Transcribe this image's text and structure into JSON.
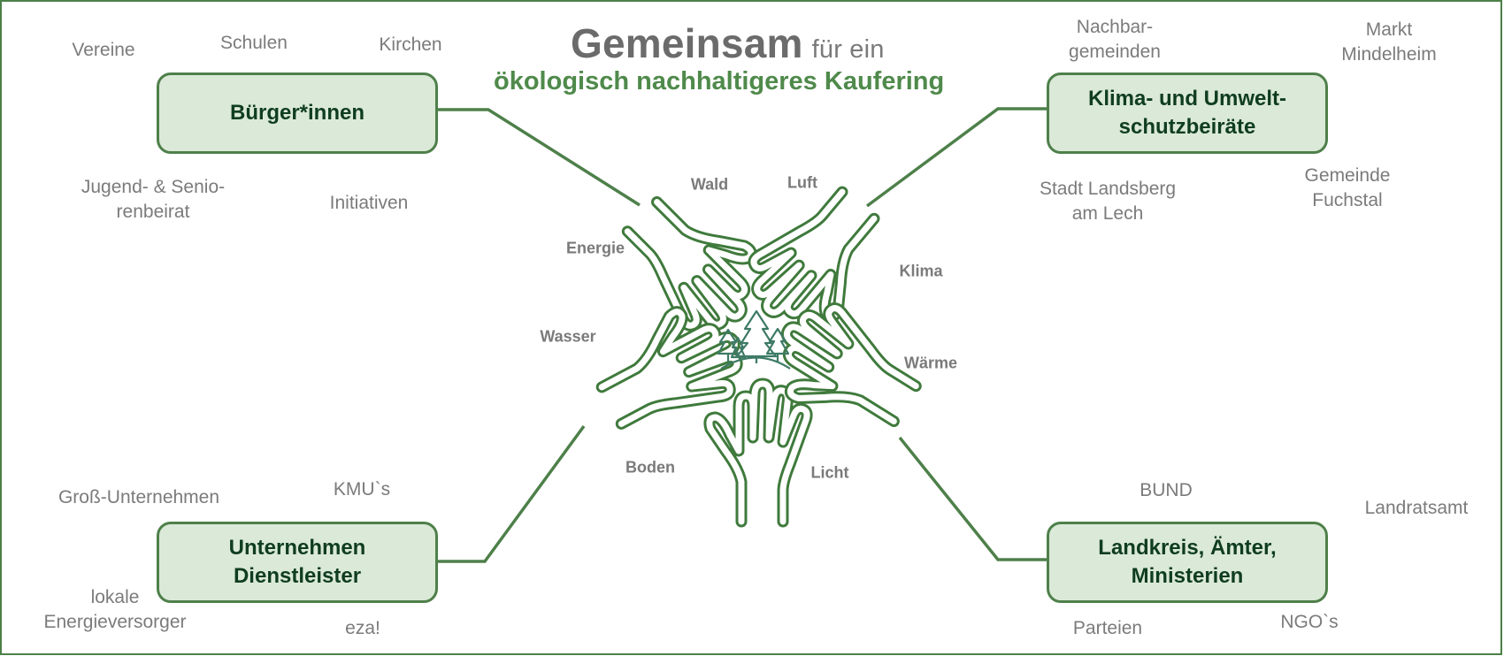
{
  "title": {
    "main": "Gemeinsam",
    "suffix": "für ein",
    "subtitle": "ökologisch nachhaltigeres Kaufering"
  },
  "colors": {
    "frame": "#4c8048",
    "box_fill": "#dbe9d8",
    "box_border": "#4e804a",
    "box_text": "#0f3d1f",
    "subtitle": "#4f8a4b",
    "label_gray": "#7b7b7b",
    "hands": "#3f7a3c",
    "trees": "#3e7a66"
  },
  "groups": [
    {
      "label": "Bürger*innen",
      "members": [
        "Vereine",
        "Schulen",
        "Kirchen",
        "Jugend- & Senio-",
        "renbeirat",
        "Initiativen"
      ]
    },
    {
      "label_line1": "Klima- und Umwelt-",
      "label_line2": "schutzbeiräte",
      "members": [
        "Nachbar-",
        "gemeinden",
        "Markt",
        "Mindelheim",
        "Stadt Landsberg",
        "am Lech",
        "Gemeinde",
        "Fuchstal"
      ]
    },
    {
      "label_line1": "Unternehmen",
      "label_line2": "Dienstleister",
      "members": [
        "Groß-Unternehmen",
        "KMU`s",
        "lokale",
        "Energieversorger",
        "eza!"
      ]
    },
    {
      "label_line1": "Landkreis, Ämter,",
      "label_line2": "Ministerien",
      "members": [
        "BUND",
        "Landratsamt",
        "Parteien",
        "NGO`s"
      ]
    }
  ],
  "themes": [
    "Wald",
    "Luft",
    "Energie",
    "Klima",
    "Wasser",
    "Wärme",
    "Boden",
    "Licht"
  ],
  "center_icon": "forest-trees-icon"
}
